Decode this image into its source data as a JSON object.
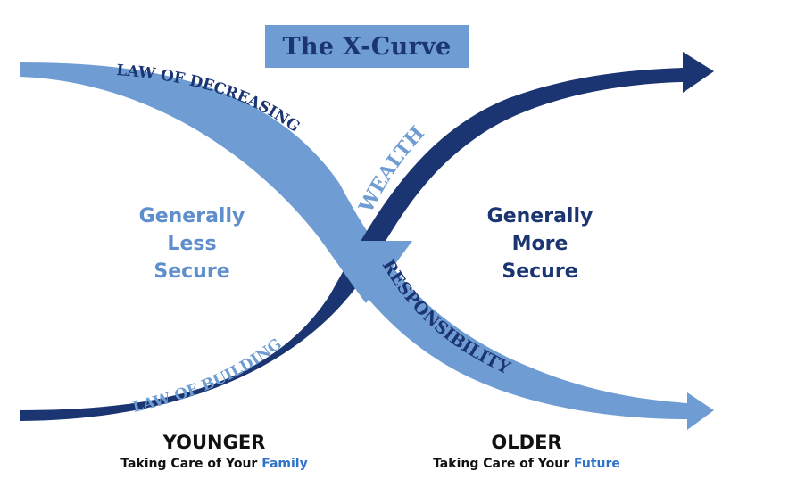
{
  "title": "The X-Curve",
  "curves": {
    "decreasing_label": "LAW OF DECREASING",
    "wealth_label": "WEALTH",
    "responsibility_label": "RESPONSIBILITY",
    "building_label": "LAW OF BUILDING"
  },
  "left_region": {
    "line1": "Generally",
    "line2": "Less",
    "line3": "Secure"
  },
  "right_region": {
    "line1": "Generally",
    "line2": "More",
    "line3": "Secure"
  },
  "bottom_left": {
    "heading": "YOUNGER",
    "sub_prefix": "Taking Care of Your ",
    "sub_accent": "Family"
  },
  "bottom_right": {
    "heading": "OLDER",
    "sub_prefix": "Taking Care of Your ",
    "sub_accent": "Future"
  },
  "colors": {
    "dark_blue": "#1b3572",
    "mid_blue": "#6f9dd3",
    "light_blue": "#5e8ecb",
    "accent_blue": "#2f73c9"
  }
}
